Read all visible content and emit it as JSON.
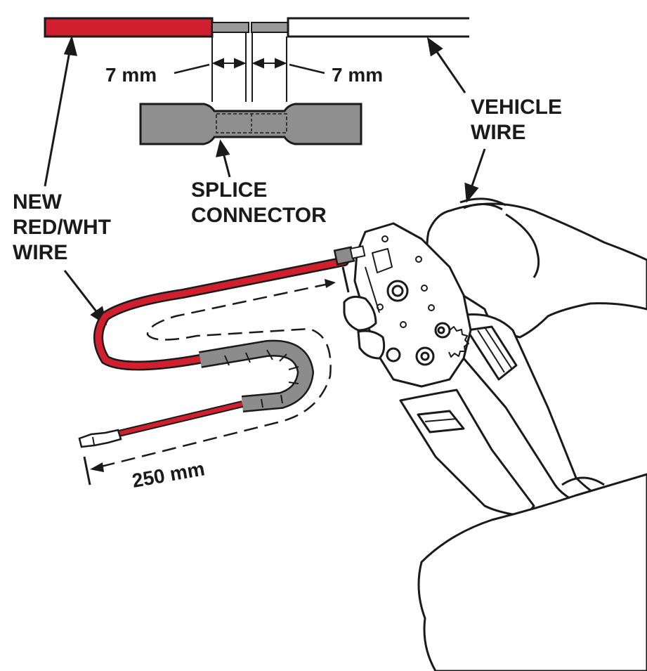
{
  "labels": {
    "strip_left": "7 mm",
    "strip_right": "7 mm",
    "vehicle_wire_line1": "VEHICLE",
    "vehicle_wire_line2": "WIRE",
    "splice_line1": "SPLICE",
    "splice_line2": "CONNECTOR",
    "new_wire_line1": "NEW",
    "new_wire_line2": "RED/WHT",
    "new_wire_line3": "WIRE",
    "length": "250 mm"
  },
  "colors": {
    "wire_red": "#d01f2e",
    "tape_gray": "#8c8c8c",
    "connector_gray": "#8f8f8f",
    "outline": "#1a1a1a"
  }
}
